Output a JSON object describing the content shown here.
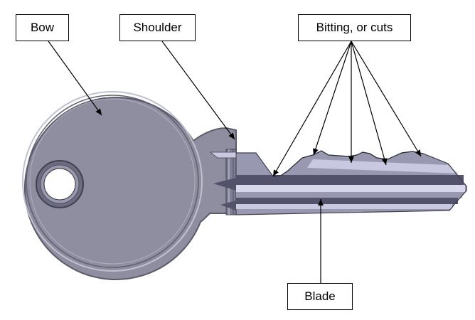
{
  "labels": {
    "bow": "Bow",
    "shoulder": "Shoulder",
    "bitting": "Bitting, or cuts",
    "blade": "Blade"
  },
  "colors": {
    "bow_fill": "#8e8ea0",
    "bow_edge": "#5a5a6a",
    "blade_light": "#c8c8e0",
    "blade_mid": "#9898b0",
    "blade_dark": "#52526a",
    "outline": "#000000"
  }
}
